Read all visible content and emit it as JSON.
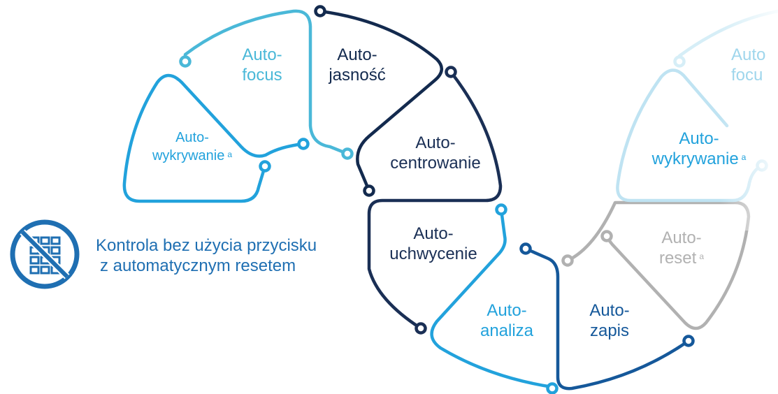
{
  "colors": {
    "light_blue": "#4ab8d8",
    "bright_blue": "#22a2dc",
    "navy": "#132a4e",
    "dark_navy": "#1a2f55",
    "medium_blue": "#15589a",
    "accent_blue": "#1f6fb2",
    "gray": "#b1b1b1",
    "faded_blue": "#bfe3f2"
  },
  "segments": {
    "autofocus": {
      "line1": "Auto-",
      "line2": "focus"
    },
    "autowykrywanie": {
      "line1": "Auto-",
      "line2": "wykrywanie",
      "footnote": "a"
    },
    "autojasnosc": {
      "line1": "Auto-",
      "line2": "jasność"
    },
    "autocentrowanie": {
      "line1": "Auto-",
      "line2": "centrowanie"
    },
    "autouchwycenie": {
      "line1": "Auto-",
      "line2": "uchwycenie"
    },
    "autoanaliza": {
      "line1": "Auto-",
      "line2": "analiza"
    },
    "autozapis": {
      "line1": "Auto-",
      "line2": "zapis"
    },
    "autoreset": {
      "line1": "Auto-",
      "line2": "reset",
      "footnote": "a"
    },
    "autowykrywanie_repeat": {
      "line1": "Auto-",
      "line2": "wykrywanie",
      "footnote": "a"
    },
    "autofocus_repeat": {
      "line1": "Auto",
      "line2": "focu"
    }
  },
  "legend": {
    "icon": "no-keypad-icon",
    "line1": "Kontrola bez użycia przycisku",
    "line2": "z automatycznym resetem"
  }
}
